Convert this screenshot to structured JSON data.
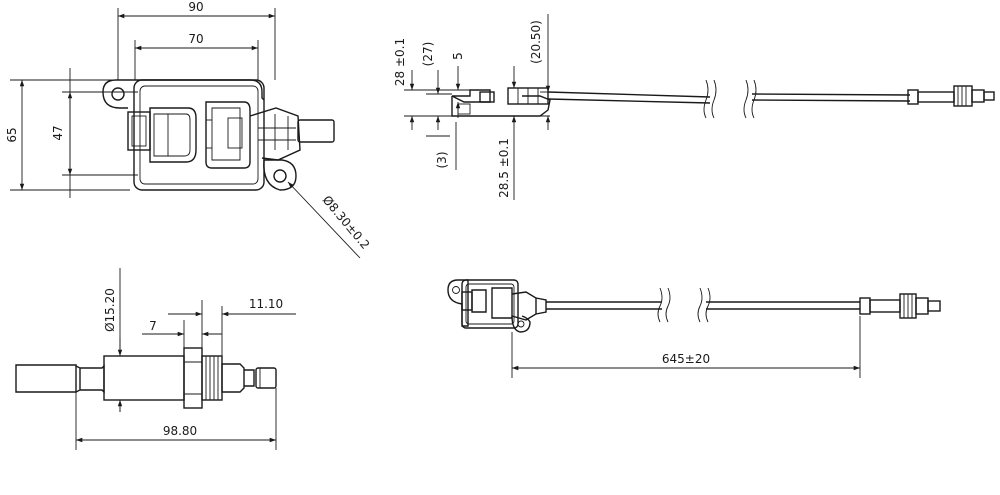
{
  "dimensions": {
    "top_view": {
      "width_outer": "90",
      "width_inner": "70",
      "height_outer": "65",
      "height_inner": "47",
      "hole_diameter": "Ø8.30±0.2"
    },
    "side_view": {
      "height_28": "28 ±0.1",
      "height_27": "(27)",
      "offset_5": "5",
      "height_2050": "(20.50)",
      "offset_3": "(3)",
      "height_285": "28.5 ±0.1"
    },
    "probe_view": {
      "diameter": "Ø15.20",
      "length_7": "7",
      "length_1110": "11.10",
      "length_total": "98.80"
    },
    "overall_view": {
      "cable_length": "645±20"
    }
  }
}
